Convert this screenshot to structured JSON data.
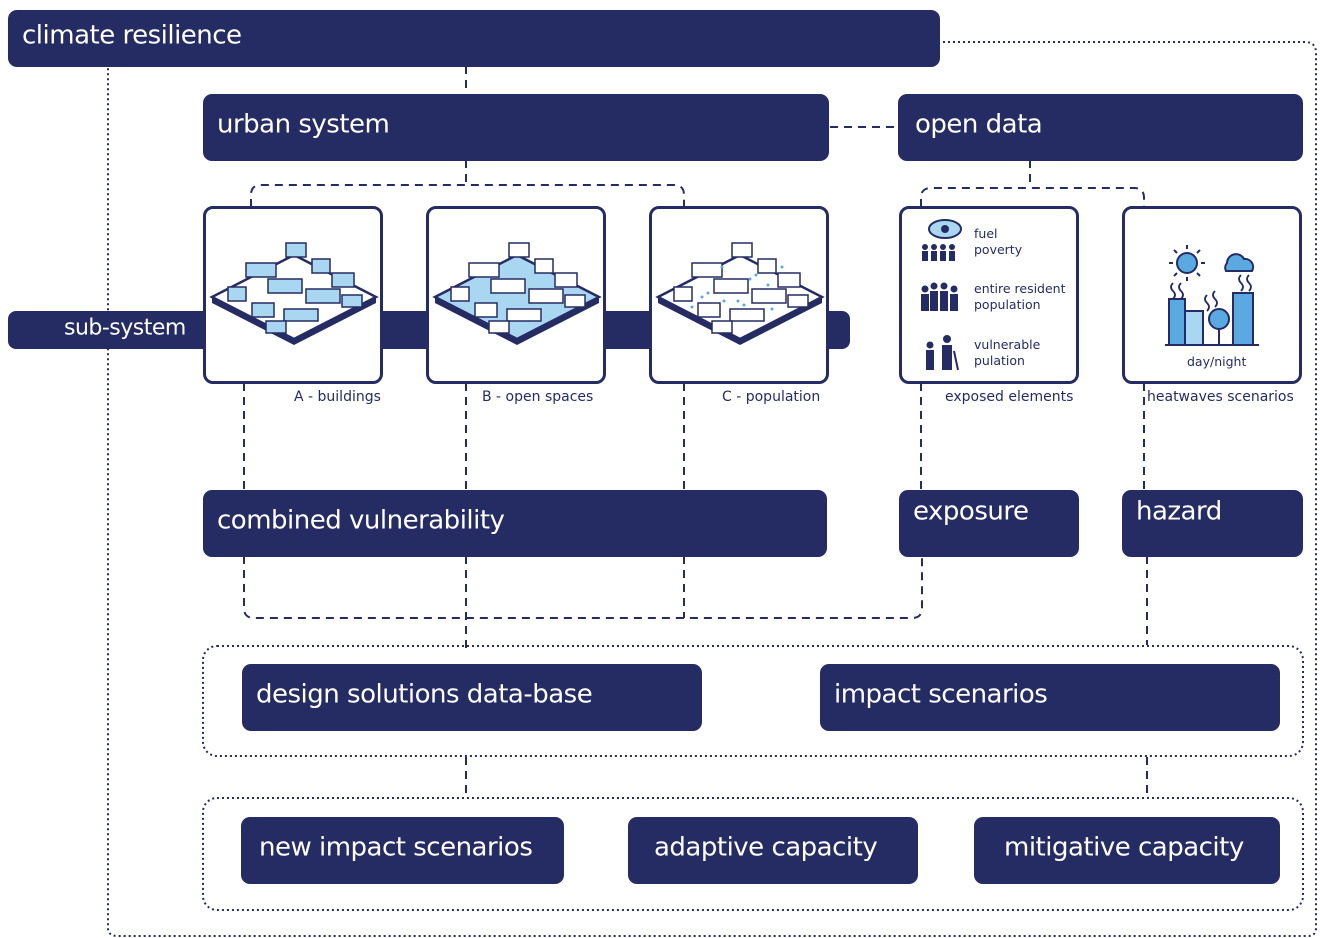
{
  "colors": {
    "navy": "#252c63",
    "light_blue": "#a9d6f0",
    "mid_blue": "#5aa9e0"
  },
  "title": "climate resilience",
  "urban_system": "urban system",
  "open_data": "open data",
  "sub_system": "sub-system",
  "cards": [
    {
      "caption": "A - buildings",
      "icon": "isometric-buildings-block"
    },
    {
      "caption": "B - open spaces",
      "icon": "isometric-open-spaces-block"
    },
    {
      "caption": "C - population",
      "icon": "isometric-population-block"
    },
    {
      "caption": "exposed elements",
      "items": [
        "fuel\npoverty",
        "entire resident\npopulation",
        "vulnerable\npulation"
      ]
    },
    {
      "caption": "heatwaves scenarios",
      "label": "day/night",
      "icon": "sun-cloud-city-heat-icon"
    }
  ],
  "combined_vulnerability": "combined vulnerability",
  "exposure": "exposure",
  "hazard": "hazard",
  "design_solutions": "design solutions data-base",
  "impact_scenarios": "impact scenarios",
  "new_impact_scenarios": "new impact scenarios",
  "adaptive_capacity": "adaptive capacity",
  "mitigative_capacity": "mitigative capacity"
}
